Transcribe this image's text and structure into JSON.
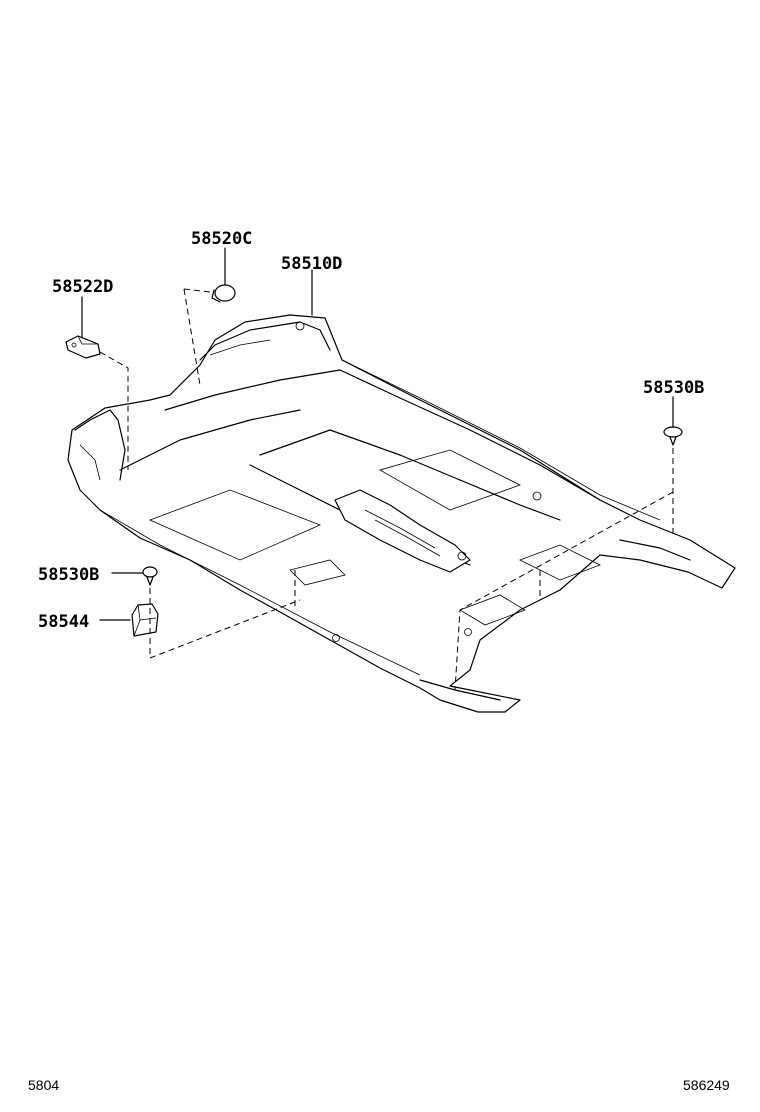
{
  "callouts": {
    "c58520C": "58520C",
    "c58510D": "58510D",
    "c58522D": "58522D",
    "c58530B_right": "58530B",
    "c58530B_left": "58530B",
    "c58544": "58544"
  },
  "footer": {
    "left_code": "5804",
    "right_code": "586249"
  }
}
